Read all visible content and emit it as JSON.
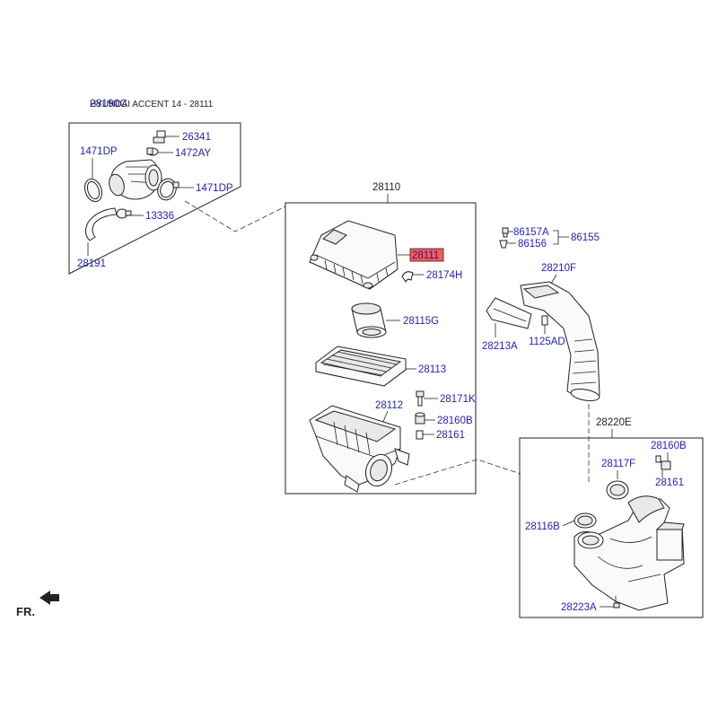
{
  "header": {
    "title": "HYUNDAI ACCENT 14 - 28111",
    "overlap_label": "28190C"
  },
  "orientation": {
    "label": "FR."
  },
  "highlight_color": "#ff5a5a",
  "label_color": "#1f1fc8",
  "groups": {
    "left": {
      "labels": [
        "26341",
        "1471DP",
        "1472AY",
        "1471DP",
        "13336",
        "28191"
      ]
    },
    "center": {
      "title": "28110",
      "labels": [
        "28111",
        "28174H",
        "28115G",
        "28113",
        "28112",
        "28171K",
        "28160B",
        "28161"
      ]
    },
    "right": {
      "labels": [
        "86157A",
        "86155",
        "86156",
        "28210F",
        "28213A",
        "1125AD"
      ]
    },
    "lower_right": {
      "title": "28220E",
      "labels": [
        "28160B",
        "28117F",
        "28161",
        "28116B",
        "28223A"
      ]
    }
  },
  "selected_part": "28111"
}
